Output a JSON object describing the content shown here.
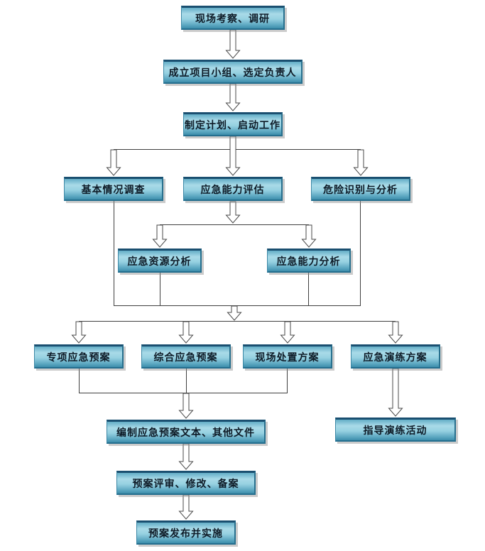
{
  "diagram": {
    "type": "flowchart",
    "direction": "top-down",
    "colors": {
      "node_fill_top": "#63adc6",
      "node_fill_highlight": "#a9dae8",
      "node_fill_bottom": "#3d8dab",
      "node_border_top": "#1a4f70",
      "node_text": "#0d1a26",
      "connector_line": "#3f3f3f",
      "arrow_fill": "#ffffff",
      "arrow_outline": "#4a4a4a",
      "background": "#ffffff"
    }
  },
  "nodes": {
    "site_survey": "现场考察、调研",
    "form_team": "成立项目小组、选定负责人",
    "make_plan": "制定计划、启动工作",
    "basic_investigation": "基本情况调查",
    "capability_assessment": "应急能力评估",
    "hazard_identification": "危险识别与分析",
    "resource_analysis": "应急资源分析",
    "capability_analysis": "应急能力分析",
    "special_plan": "专项应急预案",
    "comprehensive_plan": "综合应急预案",
    "onsite_plan": "现场处置方案",
    "drill_plan": "应急演练方案",
    "compile_documents": "编制应急预案文本、其他文件",
    "guide_drill": "指导演练活动",
    "review_revise": "预案评审、修改、备案",
    "publish_implement": "预案发布并实施"
  },
  "edges": [
    {
      "from": [
        "site_survey"
      ],
      "to": [
        "form_team"
      ]
    },
    {
      "from": [
        "form_team"
      ],
      "to": [
        "make_plan"
      ]
    },
    {
      "from": [
        "make_plan"
      ],
      "to": [
        "basic_investigation",
        "capability_assessment",
        "hazard_identification"
      ]
    },
    {
      "from": [
        "capability_assessment"
      ],
      "to": [
        "resource_analysis",
        "capability_analysis"
      ]
    },
    {
      "from": [
        "basic_investigation",
        "resource_analysis",
        "capability_analysis",
        "hazard_identification"
      ],
      "to": [
        "special_plan",
        "comprehensive_plan",
        "onsite_plan",
        "drill_plan"
      ]
    },
    {
      "from": [
        "special_plan",
        "comprehensive_plan",
        "onsite_plan"
      ],
      "to": [
        "compile_documents"
      ]
    },
    {
      "from": [
        "drill_plan"
      ],
      "to": [
        "guide_drill"
      ]
    },
    {
      "from": [
        "compile_documents"
      ],
      "to": [
        "review_revise"
      ]
    },
    {
      "from": [
        "review_revise"
      ],
      "to": [
        "publish_implement"
      ]
    }
  ]
}
